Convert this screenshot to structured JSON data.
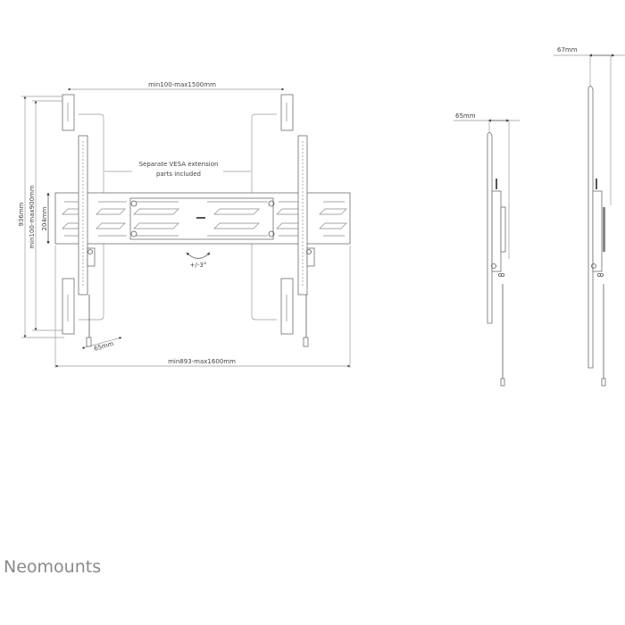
{
  "brand": {
    "name": "Neomounts"
  },
  "front_view": {
    "dimensions": {
      "vesa_width": "min100-max1500mm",
      "total_width": "min893-max1600mm",
      "total_height": "936mm",
      "vesa_height": "min100-max900mm",
      "plate_height": "204mm",
      "depth_arm": "65mm"
    },
    "note_line1": "Separate VESA extension",
    "note_line2": "parts included",
    "tilt": "+/-3°"
  },
  "side_views": [
    {
      "label": "65mm"
    },
    {
      "label": "67mm"
    }
  ]
}
